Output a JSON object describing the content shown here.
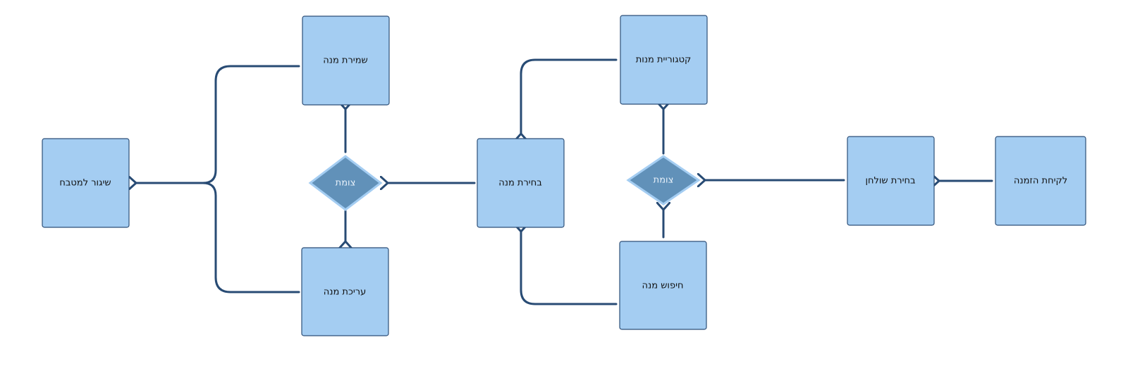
{
  "diagram": {
    "nodes": {
      "take_order": "לקיחת הזמנה",
      "choose_table": "בחירת שולחן",
      "junction_right": "צומת",
      "dish_category": "קטגוריית מנות",
      "dish_search": "חיפוש מנה",
      "choose_dish": "בחירת מנה",
      "junction_left": "צומת",
      "save_dish": "שמירת מנה",
      "edit_dish": "עריכת מנה",
      "send_kitchen": "שיגור למטבח"
    },
    "colors": {
      "box_fill": "#a4cdf2",
      "box_border": "#2d4f78",
      "junction_fill": "#6191b9",
      "junction_border": "#a4cdf2",
      "arrow": "#284b74",
      "text": "#111111",
      "junction_text": "#e8f1fa"
    }
  }
}
